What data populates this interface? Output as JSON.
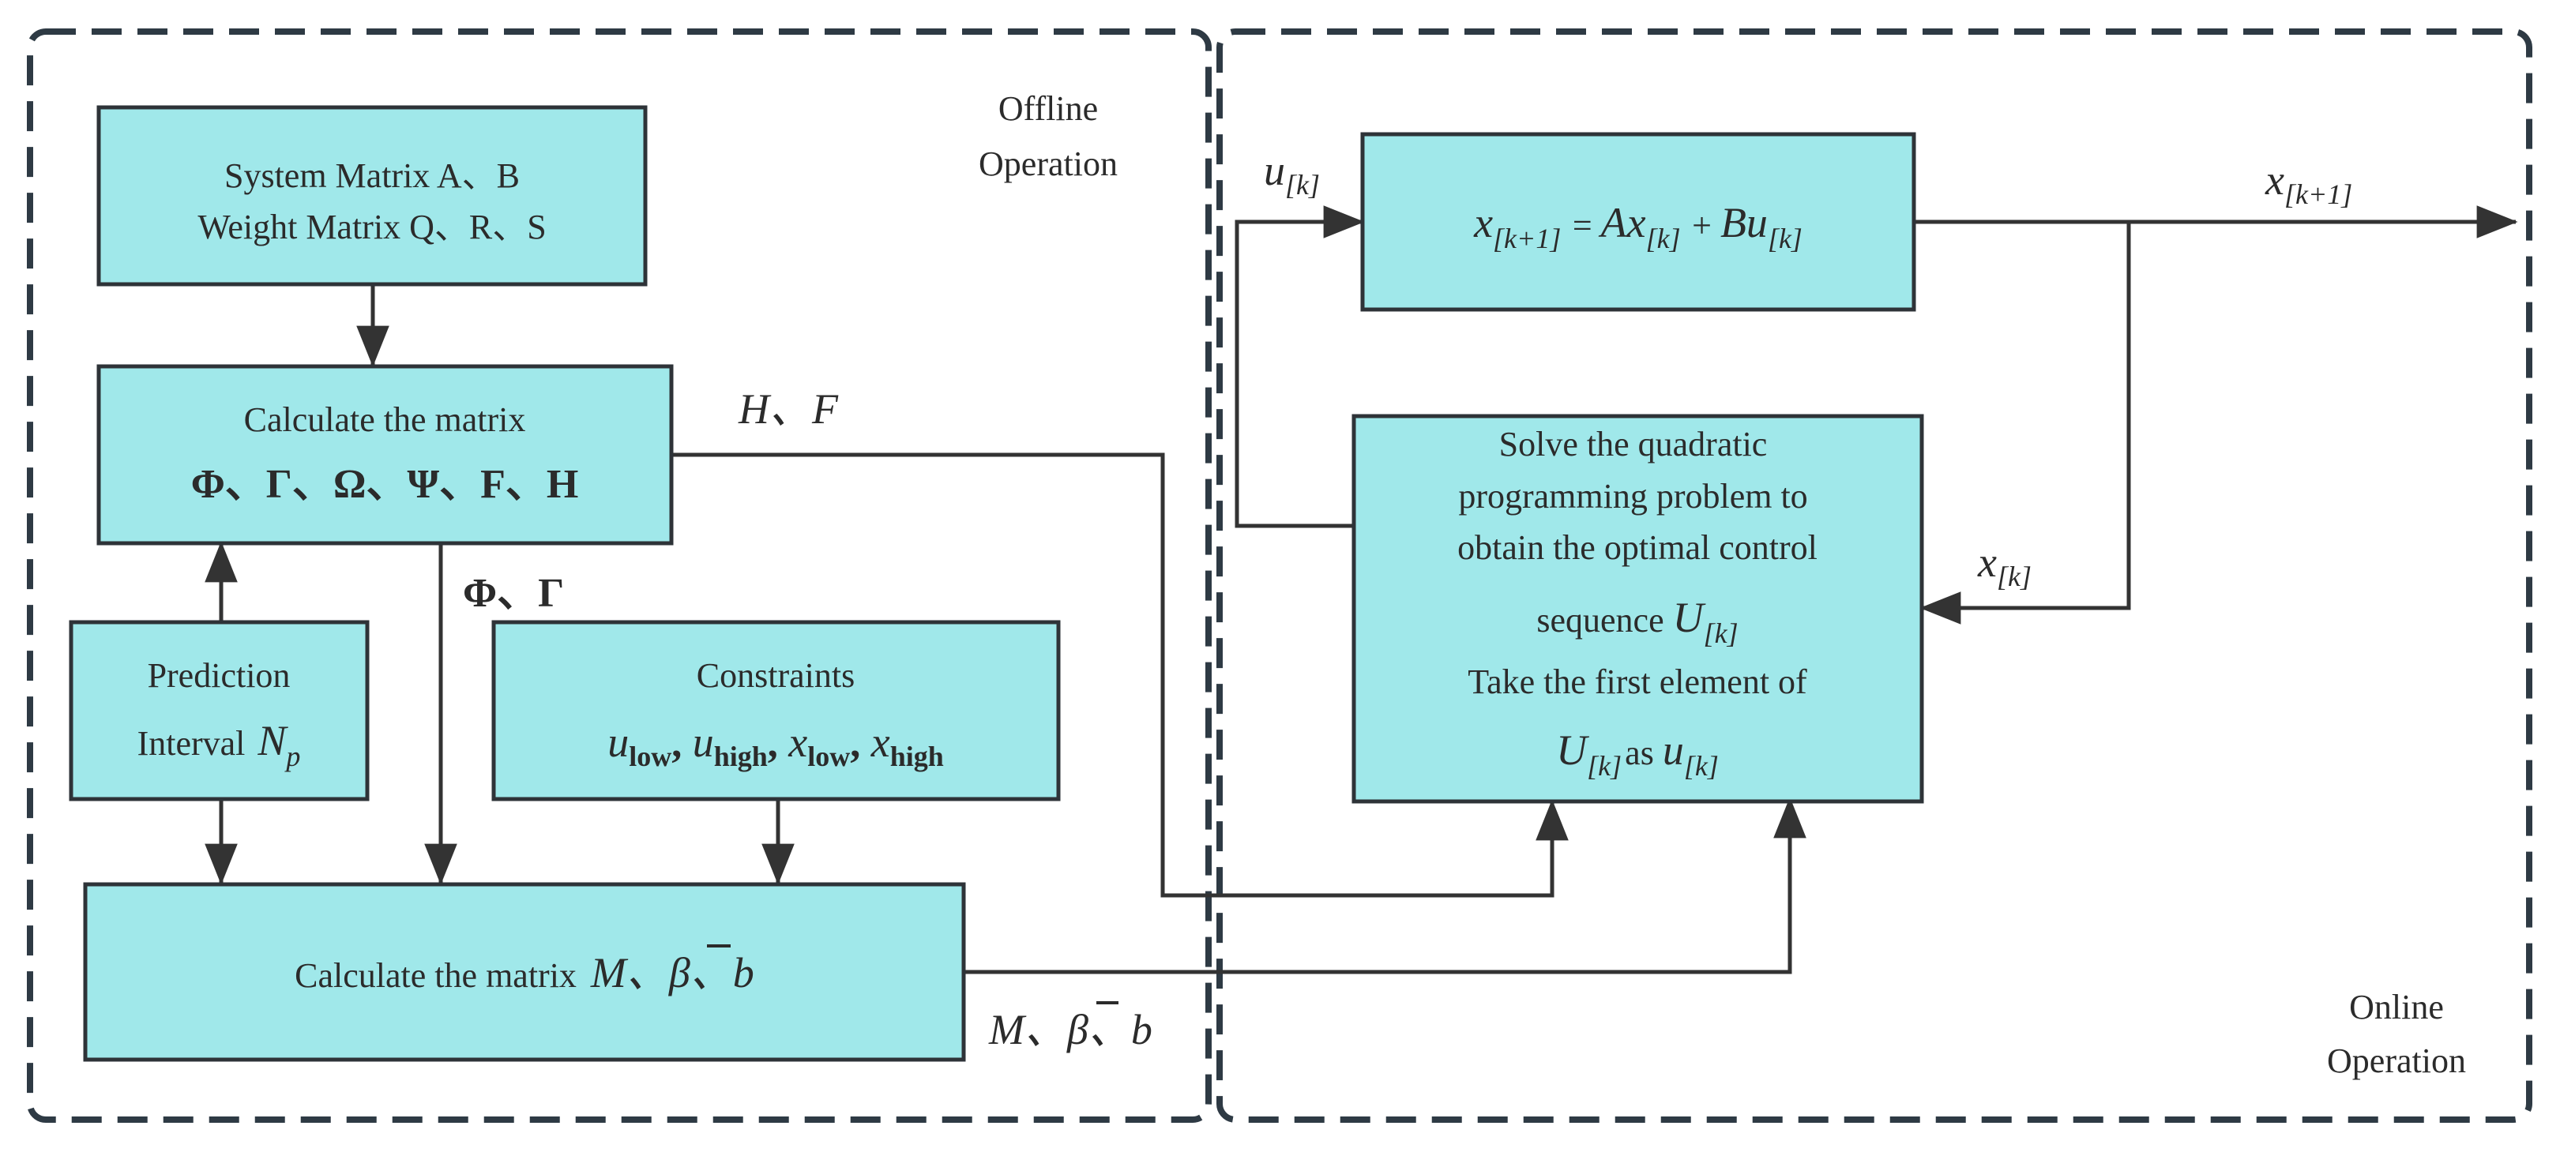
{
  "regions": {
    "offline": "Offline\nOperation",
    "online": "Online\nOperation"
  },
  "boxes": {
    "system_matrix": "System Matrix A、B\nWeight Matrix Q、R、S",
    "calc_matrix_line1": "Calculate the matrix",
    "calc_matrix_line2": "Φ、Γ、Ω、Ψ、F、H",
    "prediction_line1": "Prediction",
    "prediction_line2": "Interval",
    "prediction_var": "N",
    "prediction_sub": "p",
    "constraints_title": "Constraints",
    "constraints_expr": "u_low , u_high , x_low , x_high",
    "calc_mbb_prefix": "Calculate the matrix",
    "calc_mbb_expr": "M、β、b",
    "system_equation": "x[k+1] = Ax[k] + Bu[k]",
    "qp_text": "Solve the quadratic\nprogramming problem to\nobtain the optimal control\nsequence U[k]\nTake the first element of\nU[k] as u[k]"
  },
  "signals": {
    "hf": "H、F",
    "phi_gamma": "Φ、Γ",
    "mbb": "M、β、b",
    "u_k": "u[k]",
    "x_k1": "x[k+1]",
    "x_k": "x[k]"
  },
  "colors": {
    "box_fill": "#a0e8ea",
    "box_stroke": "#2e3338",
    "frame": "#2e3a44"
  }
}
